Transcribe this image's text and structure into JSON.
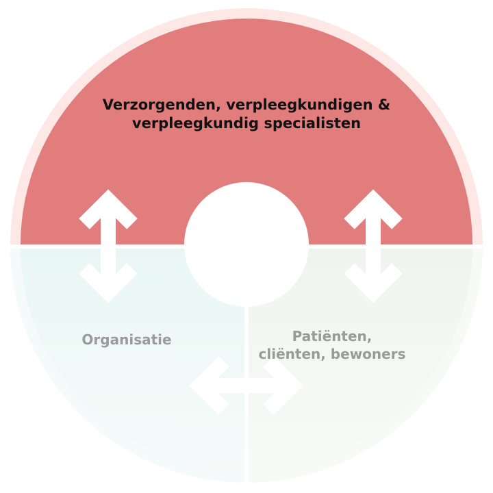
{
  "segments": {
    "top": {
      "label": "Verzorgenden, verpleegkundigen & verpleegkundig specialisten",
      "color": "#e27d7d"
    },
    "bottom_left": {
      "label": "Organisatie",
      "color": "#e6f6f3"
    },
    "bottom_right": {
      "label": "Patiënten, cliënten, bewoners",
      "color": "#eef3ec"
    }
  },
  "icons": [
    "double-arrow-vertical-icon",
    "double-arrow-vertical-icon",
    "double-arrow-horizontal-icon"
  ]
}
